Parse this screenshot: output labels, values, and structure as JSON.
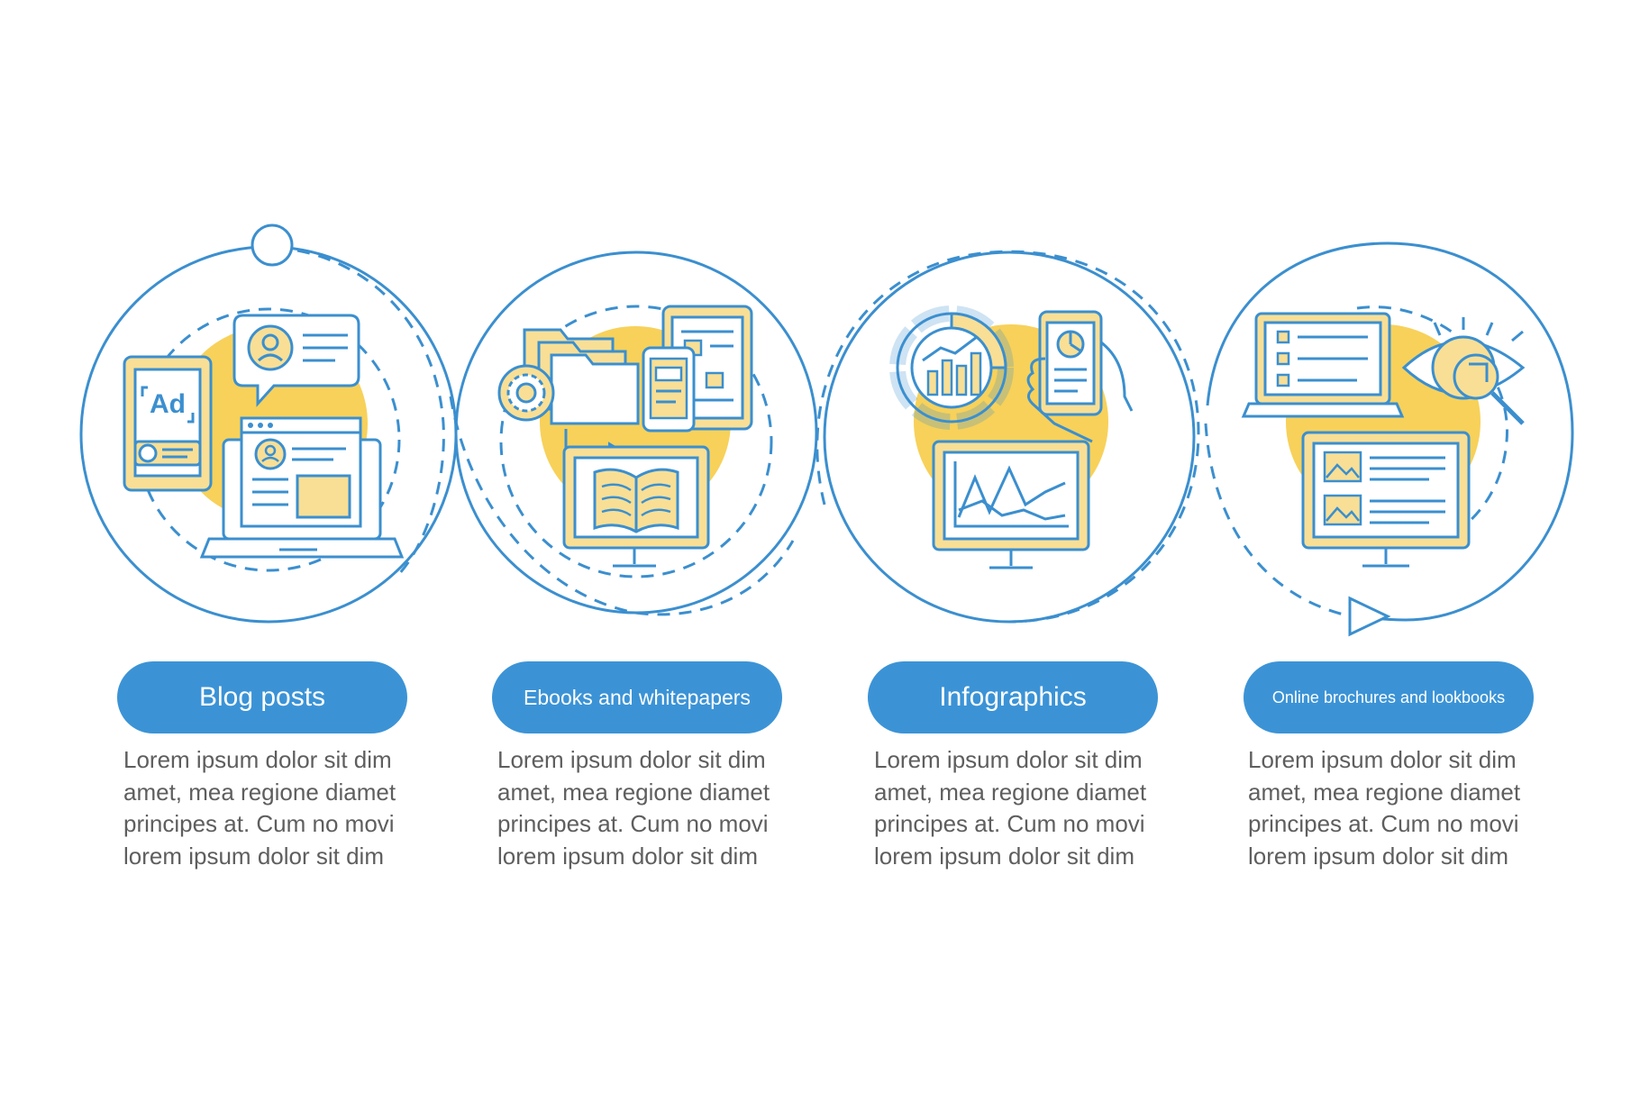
{
  "colors": {
    "outline": "#3b8fcf",
    "accent_fill": "#f8df95",
    "yellow_blob": "#f7d15a",
    "label_bg": "#3b93d6",
    "label_text": "#ffffff",
    "body_text": "#5e5e5e"
  },
  "icon_labels": {
    "ad_text": "Ad"
  },
  "steps": [
    {
      "label": "Blog posts",
      "description": "Lorem ipsum dolor sit dim amet, mea regione diamet principes at. Cum no movi lorem ipsum dolor sit dim",
      "icons": [
        "tablet-ad-icon",
        "chat-bubble-icon",
        "laptop-profile-icon"
      ]
    },
    {
      "label": "Ebooks and whitepapers",
      "description": "Lorem ipsum dolor sit dim amet, mea regione diamet principes at. Cum no movi lorem ipsum dolor sit dim",
      "icons": [
        "gear-icon",
        "folders-icon",
        "devices-icon",
        "monitor-book-icon"
      ]
    },
    {
      "label": "Infographics",
      "description": "Lorem ipsum dolor sit dim amet, mea regione diamet principes at. Cum no movi lorem ipsum dolor sit dim",
      "icons": [
        "donut-chart-icon",
        "phone-pie-chart-icon",
        "monitor-line-chart-icon"
      ]
    },
    {
      "label": "Online brochures and lookbooks",
      "description": "Lorem ipsum dolor sit dim amet, mea regione diamet principes at. Cum no movi lorem ipsum dolor sit dim",
      "icons": [
        "laptop-list-icon",
        "eye-magnifier-icon",
        "monitor-gallery-icon"
      ]
    }
  ]
}
